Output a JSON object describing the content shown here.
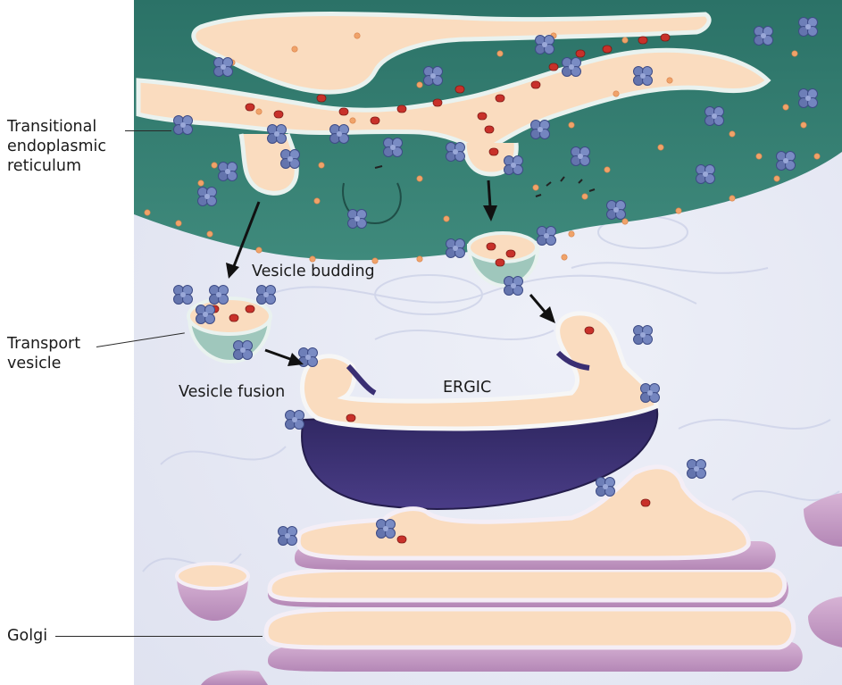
{
  "labels": {
    "transitional_er": [
      "Transitional",
      "endoplasmic",
      "reticulum"
    ],
    "transport_vesicle": [
      "Transport",
      "vesicle"
    ],
    "golgi": "Golgi",
    "vesicle_budding": "Vesicle budding",
    "vesicle_fusion": "Vesicle fusion",
    "ergic": "ERGIC"
  },
  "colors": {
    "er_lumen": "#2f7a6f",
    "membrane": "#e9f2ef",
    "cytosol": "#fadcbf",
    "cargo": "#c8312a",
    "coat_protein": "#6e7fb8",
    "ergic_dark": "#3a2f73",
    "golgi_membrane": "#c9a3c9",
    "background_swirl": "#dfe3f1"
  }
}
